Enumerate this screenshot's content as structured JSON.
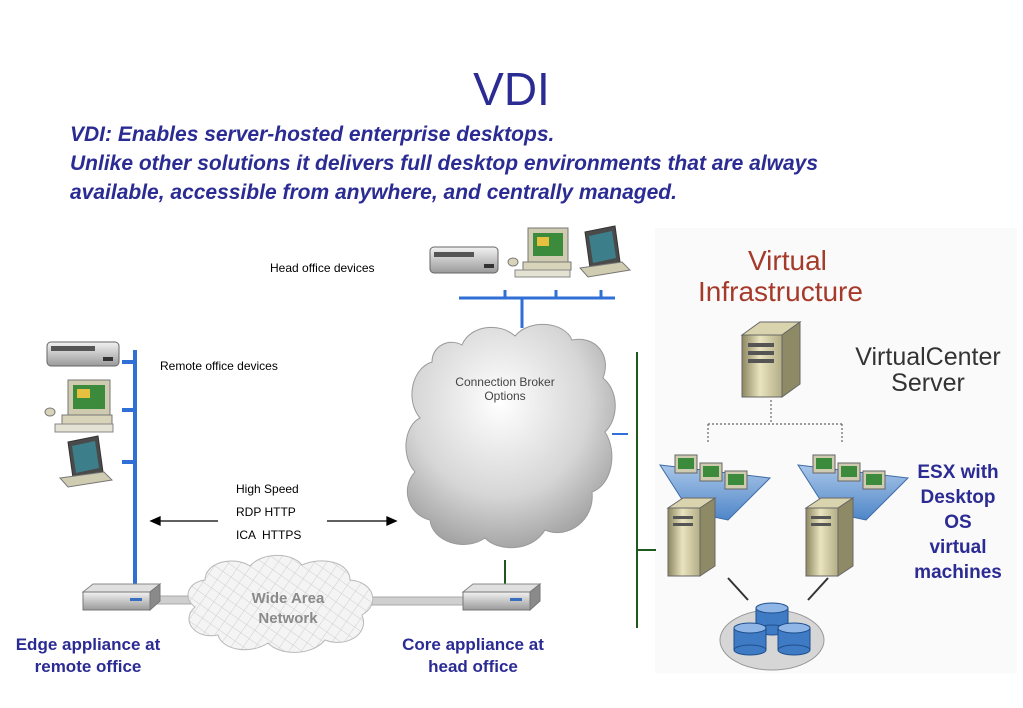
{
  "slide": {
    "title": "VDI",
    "subtitle_lines": [
      "VDI: Enables server-hosted enterprise desktops.",
      "Unlike other solutions it delivers full desktop environments that are always",
      "available, accessible from anywhere, and centrally managed."
    ]
  },
  "labels": {
    "head_office_devices": "Head office devices",
    "remote_office_devices": "Remote office devices",
    "link_lines": [
      "High Speed",
      "RDP HTTP",
      "ICA  HTTPS"
    ],
    "cloud": [
      "Connection Broker",
      "Options"
    ],
    "wan": [
      "Wide Area",
      "Network"
    ],
    "edge_appliance": [
      "Edge appliance at",
      "remote office"
    ],
    "core_appliance": [
      "Core appliance at",
      "head office"
    ]
  },
  "virtual_infrastructure": {
    "title": [
      "Virtual",
      "Infrastructure"
    ],
    "server": [
      "VirtualCenter",
      "Server"
    ],
    "esx": [
      "ESX with",
      "Desktop",
      "OS",
      "virtual",
      "machines"
    ]
  },
  "colors": {
    "title_blue": "#2b2b94",
    "network_blue": "#2f6fd6",
    "line_green": "#1e5a1e",
    "vi_red": "#a63a2a"
  }
}
